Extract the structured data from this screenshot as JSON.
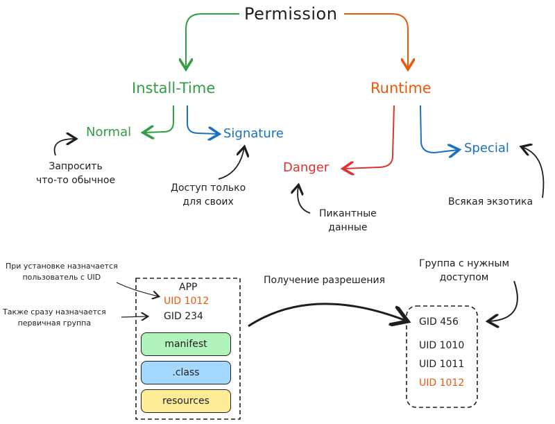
{
  "colors": {
    "green": "#2f9e44",
    "orange": "#e8590c",
    "blue": "#1971c2",
    "red": "#e03131",
    "ink": "#1e1e1e",
    "manifest_fill": "#b2f2bb",
    "class_fill": "#a5d8ff",
    "resources_fill": "#ffec99"
  },
  "tree": {
    "root": "Permission",
    "install_time": "Install-Time",
    "runtime": "Runtime",
    "normal": "Normal",
    "signature": "Signature",
    "danger": "Danger",
    "special": "Special"
  },
  "notes": {
    "normal": [
      "Запросить",
      "что-то обычное"
    ],
    "signature": [
      "Доступ только",
      "для своих"
    ],
    "danger": [
      "Пикантные",
      "данные"
    ],
    "special": "Всякая экзотика"
  },
  "app_section": {
    "note_uid": [
      "При установке назначается",
      "пользователь с UID"
    ],
    "note_gid": [
      "Также сразу назначается",
      "первичная группа"
    ],
    "app_label": "APP",
    "uid": "UID 1012",
    "gid": "GID 234",
    "manifest": "manifest",
    "class": ".class",
    "resources": "resources",
    "arrow_label": "Получение разрешения",
    "group_note": [
      "Группа с нужным",
      "доступом"
    ],
    "group": {
      "gid": "GID 456",
      "uids": [
        "UID 1010",
        "UID 1011",
        "UID 1012"
      ]
    }
  }
}
